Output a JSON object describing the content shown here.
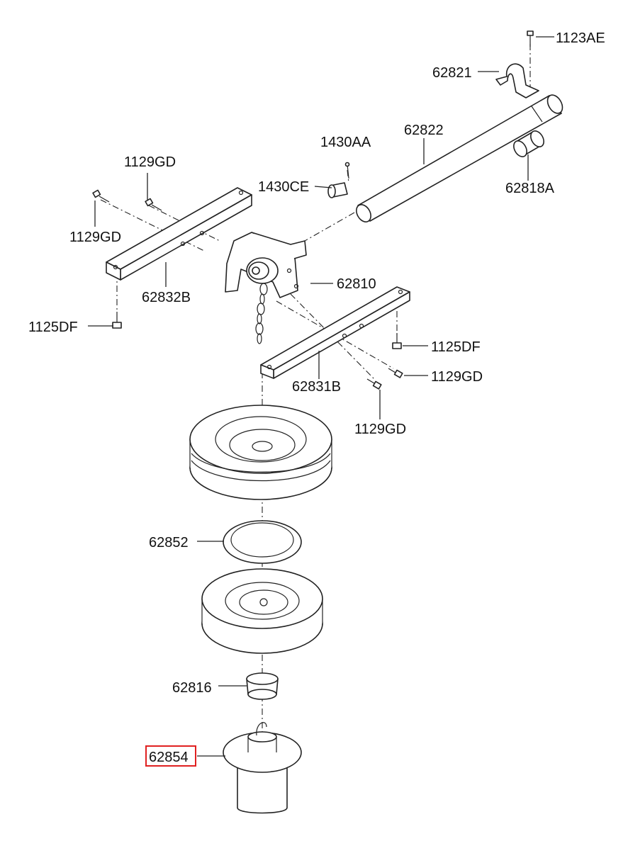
{
  "labels": {
    "p1123AE": "1123AE",
    "p62821": "62821",
    "p62822": "62822",
    "p1430AA": "1430AA",
    "p62818A": "62818A",
    "p1430CE": "1430CE",
    "p1129GD_top": "1129GD",
    "p1129GD_left": "1129GD",
    "p62832B": "62832B",
    "p62810": "62810",
    "p1125DF_left": "1125DF",
    "p1125DF_right": "1125DF",
    "p1129GD_right": "1129GD",
    "p62831B": "62831B",
    "p1129GD_bottom": "1129GD",
    "p62852": "62852",
    "p62816": "62816",
    "p62854": "62854"
  },
  "highlighted_part": "62854",
  "colors": {
    "line": "#222222",
    "highlight": "#e02020",
    "background": "#ffffff"
  }
}
